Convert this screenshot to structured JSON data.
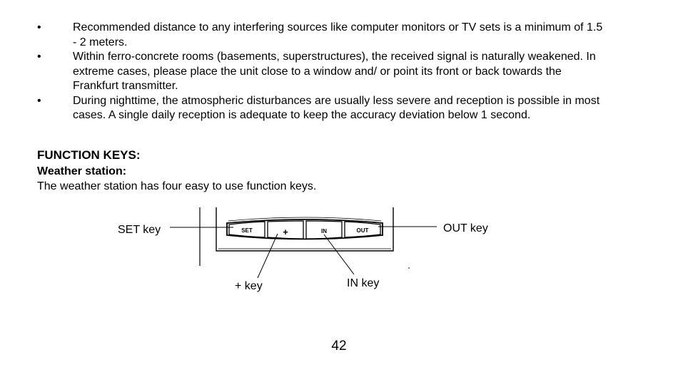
{
  "bullets": [
    {
      "marker": "•",
      "text": "Recommended distance to any interfering sources like computer monitors or TV sets is a minimum of 1.5 - 2 meters."
    },
    {
      "marker": "•",
      "text": "Within ferro-concrete rooms (basements, superstructures), the received signal is naturally weakened. In extreme cases, please place the unit close to a window and/ or point its front or back towards the Frankfurt transmitter."
    },
    {
      "marker": "•",
      "text": "During nighttime, the atmospheric disturbances are usually less severe and reception is possible in most cases. A single daily reception is adequate to keep the accuracy deviation below 1 second."
    }
  ],
  "section": {
    "heading": "FUNCTION KEYS:",
    "subheading": "Weather station:",
    "intro": "The weather station has four easy to use function keys."
  },
  "diagram": {
    "keys": [
      {
        "key_text": "SET",
        "callout": "SET key"
      },
      {
        "key_text": "+",
        "callout": "+ key"
      },
      {
        "key_text": "IN",
        "callout": "IN key"
      },
      {
        "key_text": "OUT",
        "callout": "OUT key"
      }
    ]
  },
  "page_number": "42"
}
